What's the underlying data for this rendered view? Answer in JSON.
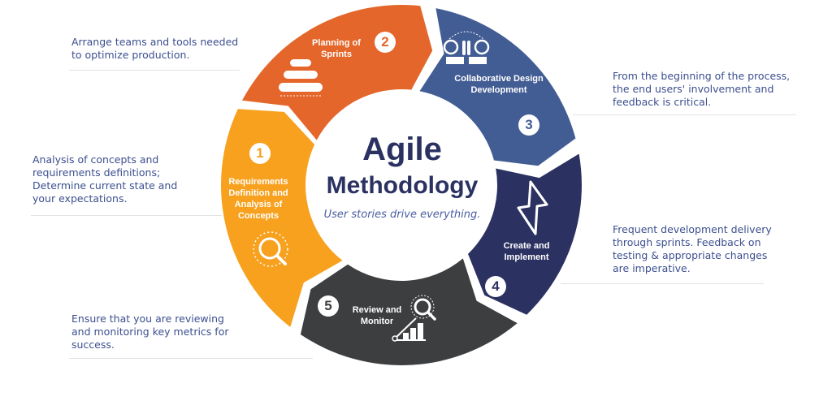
{
  "title": {
    "line1": "Agile",
    "line2": "Methodology",
    "subtitle": "User stories drive everything."
  },
  "colors": {
    "navy": "#2b3262",
    "side_text": "#3c4f8f"
  },
  "steps": [
    {
      "number": "1",
      "label": "Requirements Definition and Analysis of Concepts",
      "description": "Analysis of concepts and requirements definitions; Determine current state and your expectations.",
      "color": "#f7a11e",
      "icon": "magnifier-icon"
    },
    {
      "number": "2",
      "label": "Planning of Sprints",
      "description": "Arrange teams and tools needed to optimize production.",
      "color": "#e4662a",
      "icon": "stack-icon"
    },
    {
      "number": "3",
      "label": "Collaborative Design Development",
      "description": "From the beginning of the process, the end users' involvement and feedback is critical.",
      "color": "#425c94",
      "icon": "high-five-icon"
    },
    {
      "number": "4",
      "label": "Create and Implement",
      "description": "Frequent development delivery through sprints. Feedback on testing & appropriate changes are imperative.",
      "color": "#2b3262",
      "icon": "lightning-icon"
    },
    {
      "number": "5",
      "label": "Review and Monitor",
      "description": "Ensure that you are reviewing and monitoring key metrics for success.",
      "color": "#3d3e40",
      "icon": "growth-chart-icon"
    }
  ]
}
